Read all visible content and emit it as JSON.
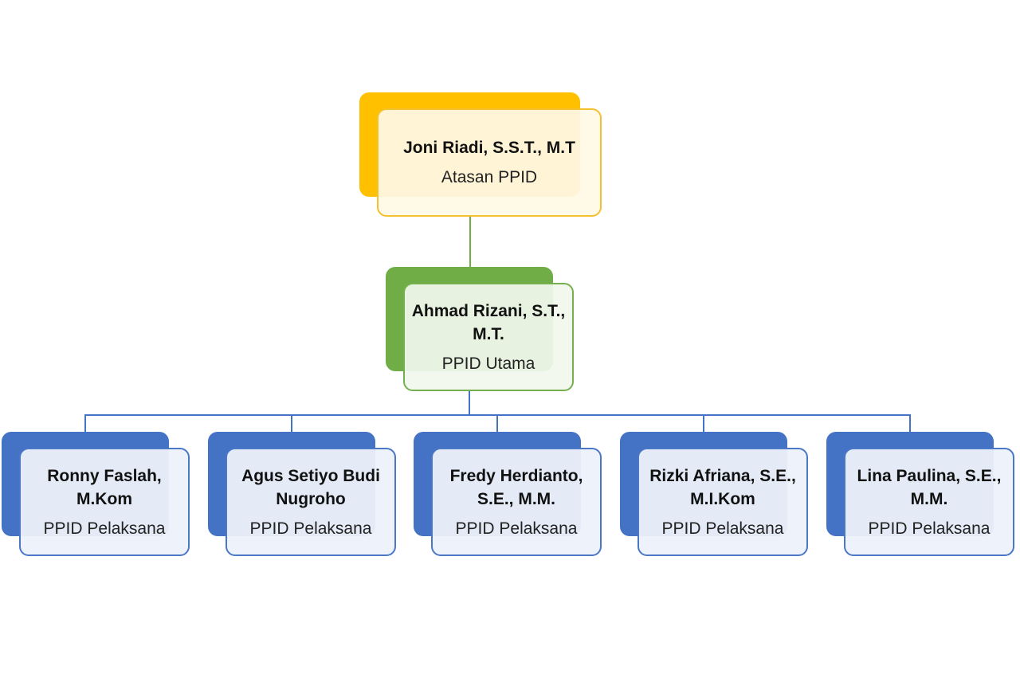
{
  "colors": {
    "top_accent": "#ffc000",
    "middle_accent": "#70ad47",
    "bottom_accent": "#4472c4",
    "connector_top": "#70ad47",
    "connector_bottom": "#4472c4"
  },
  "org_chart": {
    "top": {
      "name": "Joni Riadi, S.S.T., M.T",
      "role": "Atasan PPID"
    },
    "middle": {
      "name": "Ahmad Rizani, S.T., M.T.",
      "role": "PPID Utama"
    },
    "bottom": [
      {
        "name": "Ronny Faslah, M.Kom",
        "role": "PPID Pelaksana"
      },
      {
        "name": "Agus Setiyo Budi Nugroho",
        "role": "PPID Pelaksana"
      },
      {
        "name": "Fredy Herdianto, S.E., M.M.",
        "role": "PPID Pelaksana"
      },
      {
        "name": "Rizki Afriana, S.E., M.I.Kom",
        "role": "PPID Pelaksana"
      },
      {
        "name": "Lina Paulina, S.E., M.M.",
        "role": "PPID Pelaksana"
      }
    ]
  }
}
